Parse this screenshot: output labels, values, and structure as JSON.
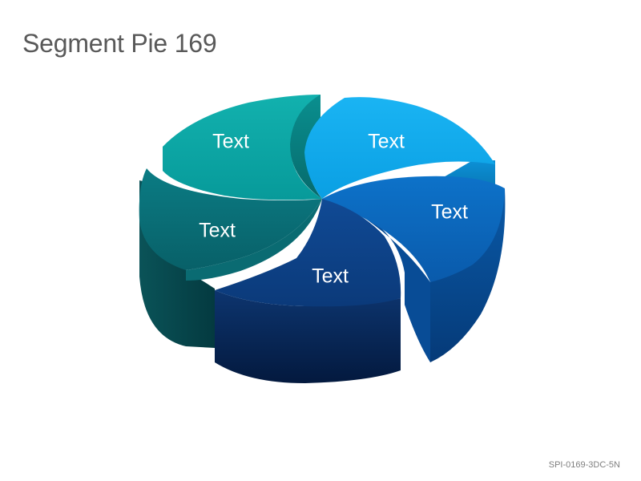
{
  "title": "Segment Pie 169",
  "code": "SPI-0169-3DC-5N",
  "segments": [
    {
      "label": "Text",
      "color": "#0aa7a7"
    },
    {
      "label": "Text",
      "color": "#0ea8e9"
    },
    {
      "label": "Text",
      "color": "#0b63b8"
    },
    {
      "label": "Text",
      "color": "#0c3f84"
    },
    {
      "label": "Text",
      "color": "#0a6f76"
    }
  ]
}
